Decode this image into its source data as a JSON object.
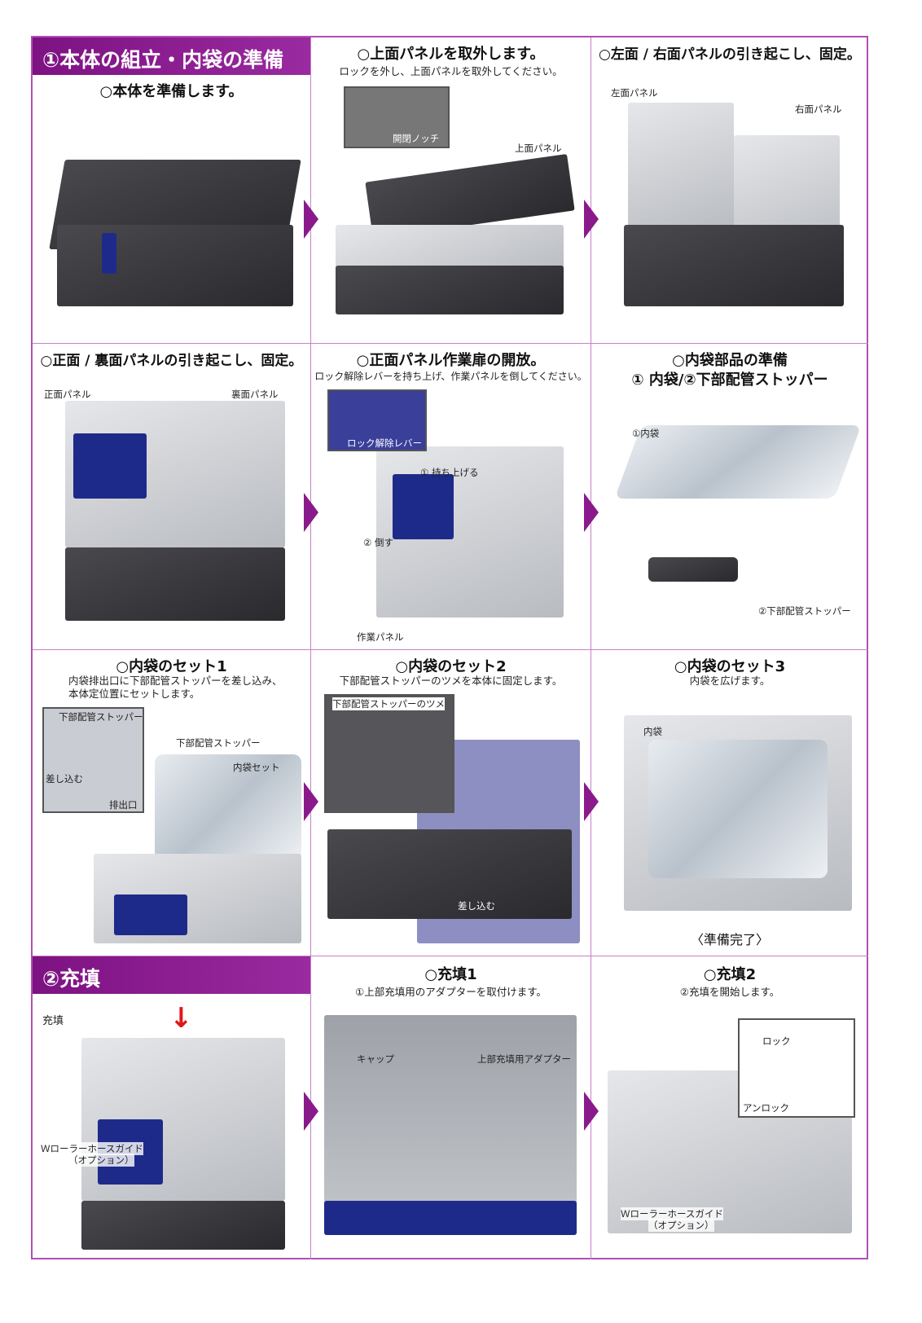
{
  "sections": {
    "s1": "①本体の組立・内袋の準備",
    "s2": "②充填"
  },
  "steps": [
    {
      "title": "○本体を準備します。"
    },
    {
      "title": "○上面パネルを取外します。",
      "sub": "ロックを外し、上面パネルを取外してください。",
      "labels": [
        "開閉ノッチ",
        "上面パネル"
      ]
    },
    {
      "title": "○左面 / 右面パネルの引き起こし、固定。",
      "labels": [
        "左面パネル",
        "右面パネル"
      ]
    },
    {
      "title": "○正面 / 裏面パネルの引き起こし、固定。",
      "labels": [
        "正面パネル",
        "裏面パネル"
      ]
    },
    {
      "title": "○正面パネル作業扉の開放。",
      "sub": "ロック解除レバーを持ち上げ、作業パネルを倒してください。",
      "labels": [
        "ロック解除レバー",
        "① 持ち上げる",
        "② 倒す",
        "作業パネル"
      ]
    },
    {
      "title": "○内袋部品の準備",
      "title2": "① 内袋/②下部配管ストッパー",
      "labels": [
        "①内袋",
        "②下部配管ストッパー"
      ]
    },
    {
      "title": "○内袋のセット1",
      "sub": "内袋排出口に下部配管ストッパーを差し込み、",
      "sub2": "本体定位置にセットします。",
      "labels": [
        "下部配管ストッパー",
        "差し込む",
        "排出口",
        "下部配管ストッパー",
        "内袋セット"
      ]
    },
    {
      "title": "○内袋のセット2",
      "sub": "下部配管ストッパーのツメを本体に固定します。",
      "labels": [
        "下部配管ストッパーのツメ",
        "差し込む"
      ]
    },
    {
      "title": "○内袋のセット3",
      "sub": "内袋を広げます。",
      "labels": [
        "内袋"
      ],
      "footer": "〈準備完了〉"
    },
    {
      "labels": [
        "充填",
        "Ｗローラーホースガイド",
        "（オプション）"
      ]
    },
    {
      "title": "○充填1",
      "sub": "①上部充填用のアダプターを取付けます。",
      "labels": [
        "キャップ",
        "上部充填用アダプター"
      ]
    },
    {
      "title": "○充填2",
      "sub": "②充填を開始します。",
      "labels": [
        "ロック",
        "アンロック",
        "Ｗローラーホースガイド",
        "（オプション）"
      ]
    }
  ],
  "colors": {
    "accent": "#8a1a8c",
    "arrow": "#e01818"
  }
}
